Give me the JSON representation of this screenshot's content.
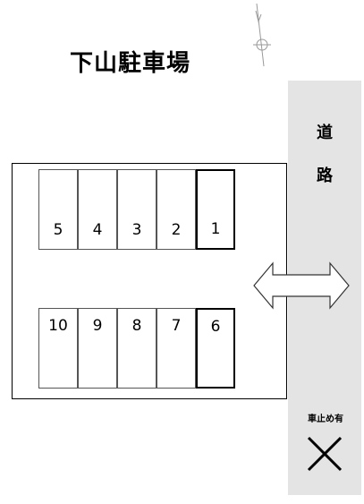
{
  "title": "下山駐車場",
  "road": {
    "label_1": "道",
    "label_2": "路"
  },
  "parking": {
    "top_row": [
      "5",
      "4",
      "3",
      "2",
      "1"
    ],
    "bottom_row": [
      "10",
      "9",
      "8",
      "7",
      "6"
    ],
    "highlighted": [
      "1",
      "6"
    ]
  },
  "legend": {
    "no_parking_label": "車止め有",
    "no_parking_icon": "x-mark-icon"
  },
  "icons": {
    "compass": "north-arrow-icon",
    "entrance": "double-arrow-icon"
  },
  "colors": {
    "road": "#e4e4e4",
    "lines": "#000000"
  }
}
